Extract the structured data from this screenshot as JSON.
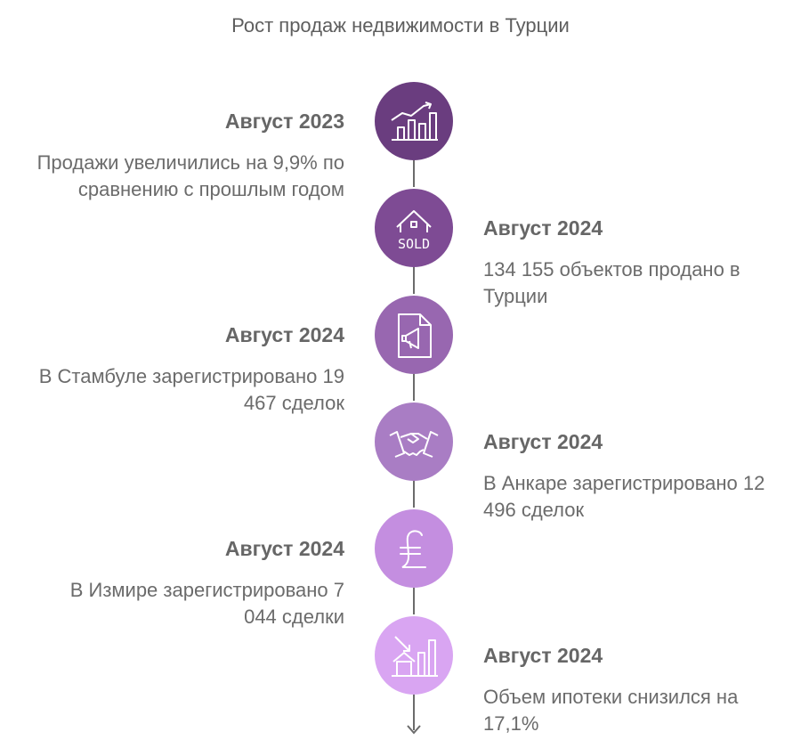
{
  "title": "Рост продаж недвижимости в Турции",
  "events": [
    {
      "date": "Август 2023",
      "text": "Продажи увеличились на 9,9% по сравнению с прошлым годом",
      "icon": "growth-chart-icon",
      "color": "#6a3d7f"
    },
    {
      "date": "Август 2024",
      "text": "134 155 объектов продано в Турции",
      "icon": "house-sold-icon",
      "color": "#7e4b94"
    },
    {
      "date": "Август 2024",
      "text": "В Стамбуле зарегистрировано 19 467 сделок",
      "icon": "megaphone-document-icon",
      "color": "#9867b0"
    },
    {
      "date": "Август 2024",
      "text": "В Анкаре зарегистрировано 12 496 сделок",
      "icon": "handshake-icon",
      "color": "#a97dc4"
    },
    {
      "date": "Август 2024",
      "text": "В Измире зарегистрировано 7 044 сделки",
      "icon": "lira-sign-icon",
      "color": "#c48ee0"
    },
    {
      "date": "Август 2024",
      "text": "Объем ипотеки снизился на 17,1%",
      "icon": "declining-house-chart-icon",
      "color": "#d9a5f2"
    }
  ],
  "icon_label_sold": "SOLD"
}
